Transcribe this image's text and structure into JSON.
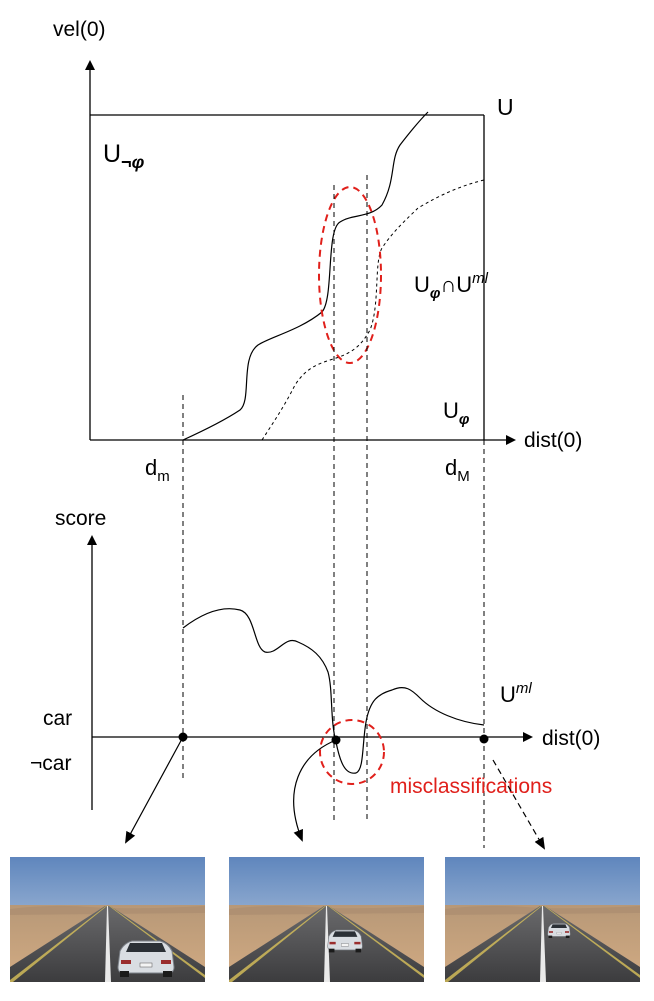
{
  "top_plot": {
    "y_axis_label": "vel(0)",
    "x_axis_label": "dist(0)",
    "region_U": "U",
    "region_not_phi": {
      "base": "U",
      "sub": "¬φ"
    },
    "region_intersection": {
      "base": "U",
      "sub": "φ",
      "mid": "∩U",
      "sup": "ml"
    },
    "region_phi": {
      "base": "U",
      "sub": "φ"
    },
    "d_min": {
      "base": "d",
      "sub": "m"
    },
    "d_max": {
      "base": "d",
      "sub": "M"
    }
  },
  "bottom_plot": {
    "y_axis_label": "score",
    "x_axis_label": "dist(0)",
    "class_pos": "car",
    "class_neg": "¬car",
    "model_label": {
      "base": "U",
      "sup": "ml"
    },
    "annotation": "misclassifications"
  },
  "colors": {
    "ink": "#000000",
    "highlight": "#e0201b",
    "sky_top": "#5f86bd",
    "sky_bottom": "#c9d6e6",
    "sand": "#c9a27a",
    "road": "#4a4a4c"
  }
}
